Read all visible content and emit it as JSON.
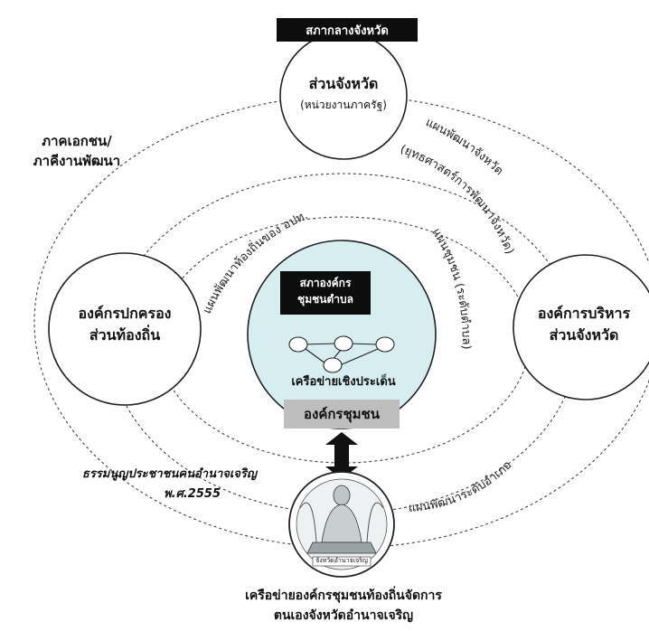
{
  "header": "สภากลางจังหวัด",
  "nodes": {
    "provincial_agency": {
      "title": "ส่วนจังหวัด",
      "subtitle": "(หน่วยงานภาครัฐ)"
    },
    "private_sector": {
      "line1": "ภาคเอกชน/",
      "line2": "ภาคีงานพัฒนา"
    },
    "local_gov": {
      "line1": "องค์กรปกครอง",
      "line2": "ส่วนท้องถิ่น"
    },
    "pao": {
      "line1": "องค์การบริหาร",
      "line2": "ส่วนจังหวัด"
    }
  },
  "center": {
    "council_line1": "สภาองค์กร",
    "council_line2": "ชุมชนตำบล",
    "network_label": "เครือข่ายเชิงประเด็น",
    "org_bar": "องค์กรชุมชน"
  },
  "arc_labels": {
    "provincial_plan": "แผนพัฒนาจังหวัด",
    "provincial_strategy": "(ยุทธศาสตร์การพัฒนาจังหวัด)",
    "local_plan": "แผนพัฒนาท้องถิ่นของ อปท.",
    "community_plan": "แผนชุมชน (ระดับตำบล)",
    "district_plan": "แผนพัฒนาระดับอำเภอ"
  },
  "charter": {
    "line1": "ธรรมนูญประชาชนคนอำนาจเจริญ",
    "line2": "พ.ศ.2555"
  },
  "seal_text": "จังหวัดอำนาจเจริญ",
  "footer": {
    "line1": "เครือข่ายองค์กรชุมชนท้องถิ่นจัดการ",
    "line2": "ตนเองจังหวัดอำนาจเจริญ"
  }
}
